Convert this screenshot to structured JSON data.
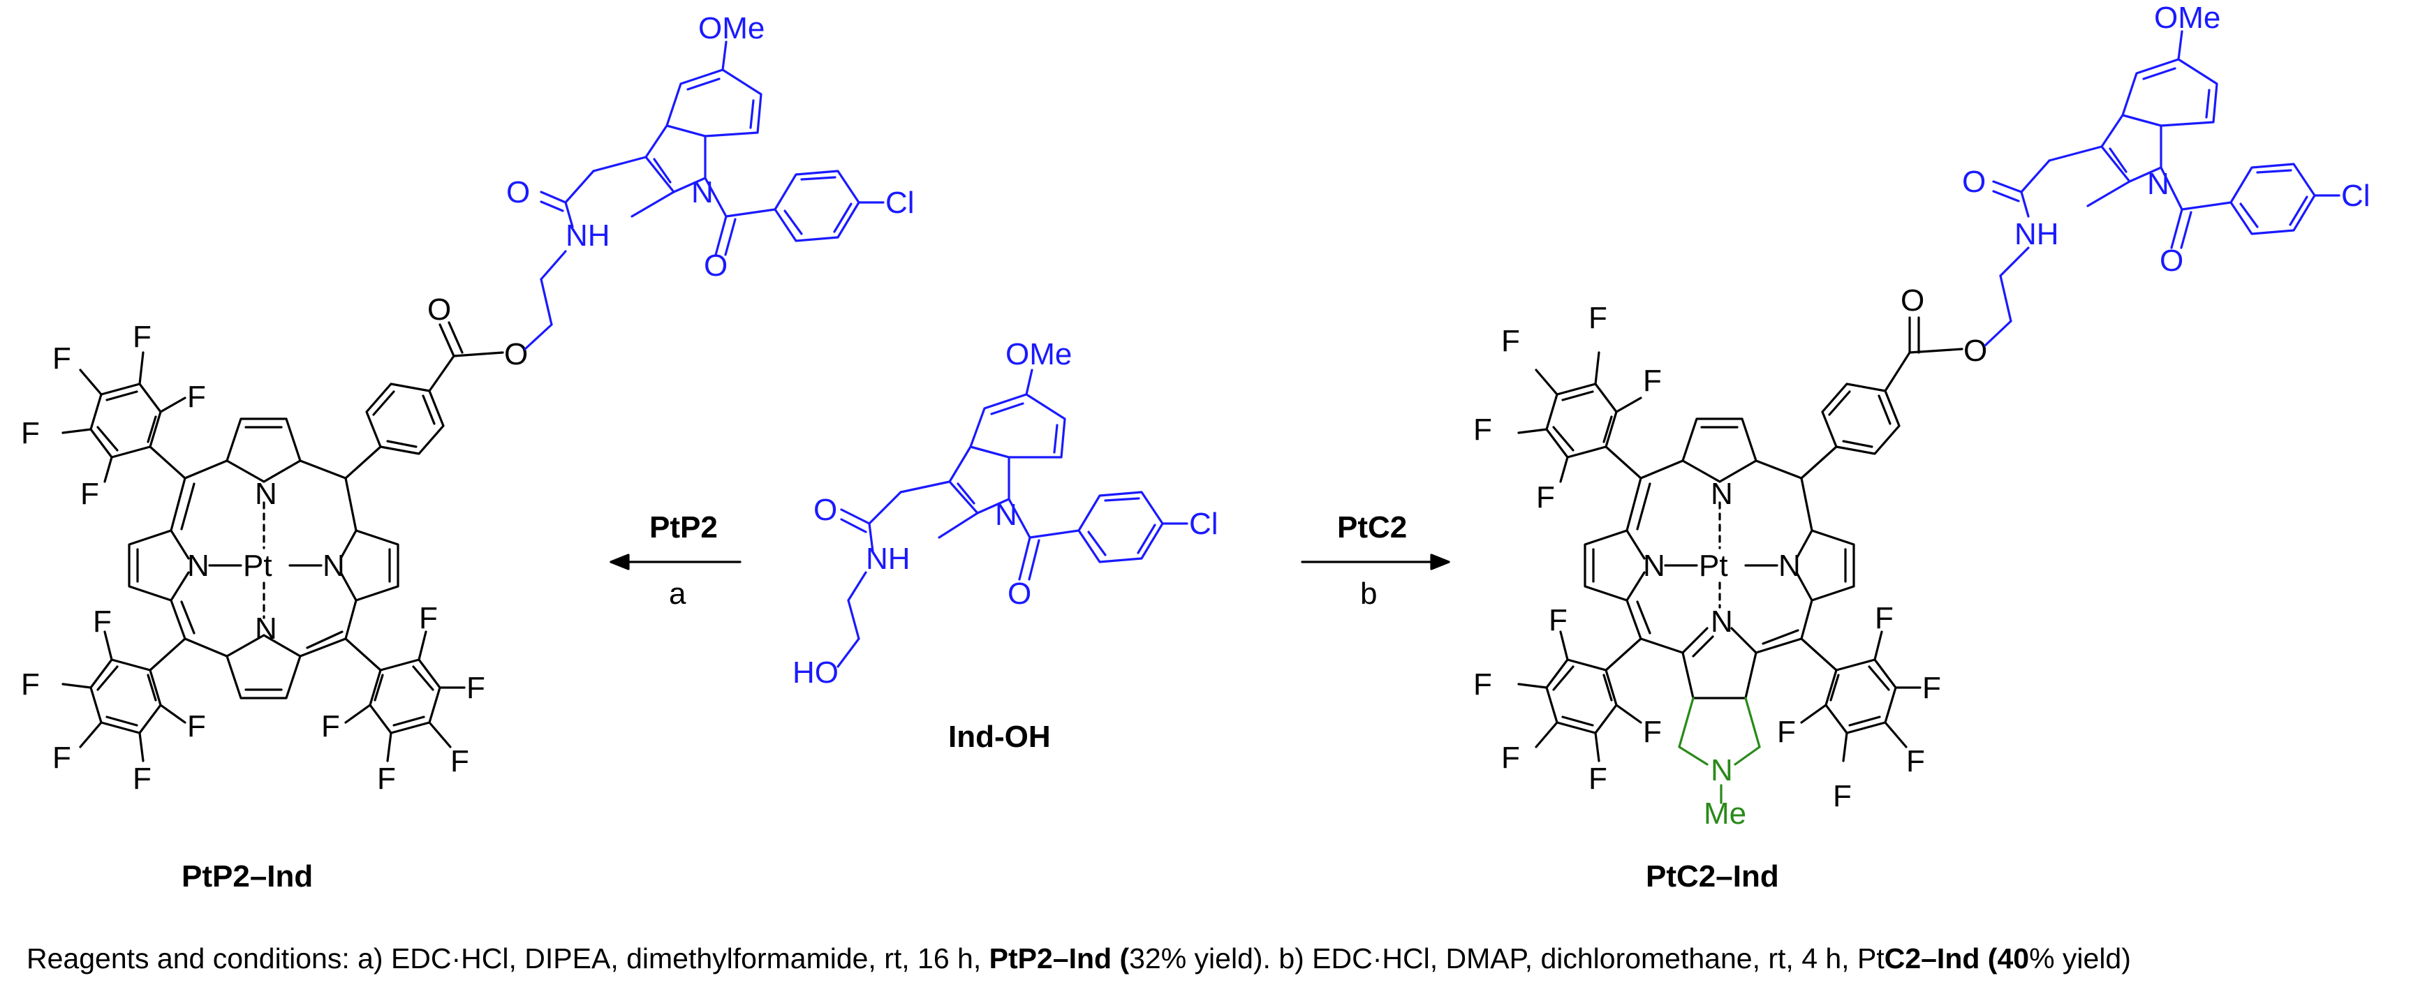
{
  "compounds": {
    "left_product": "PtP2–Ind",
    "middle_reactant": "Ind-OH",
    "right_product": "PtC2–Ind"
  },
  "arrows": {
    "left": {
      "reagent": "PtP2",
      "step": "a"
    },
    "right": {
      "reagent": "PtC2",
      "step": "b"
    }
  },
  "atoms": {
    "F": "F",
    "N": "N",
    "Pt": "Pt",
    "O": "O",
    "NH": "NH",
    "Cl": "Cl",
    "OMe": "OMe",
    "HO": "HO",
    "Me": "Me"
  },
  "colors": {
    "core": "#000000",
    "indomethacin_moiety": "#1a1aff",
    "chlorin_pyrrolidine": "#2a8a1a"
  },
  "caption": {
    "prefix": "Reagents and conditions: a) EDC·HCl, DIPEA, dimethylformamide, rt, 16 h, ",
    "a_product": "PtP2–Ind (",
    "a_yield": "32% yield). b) EDC·HCl, DMAP, dichloromethane, rt, 4 h, Pt",
    "b_product": "C2–Ind (40",
    "b_yield": "% yield)"
  }
}
